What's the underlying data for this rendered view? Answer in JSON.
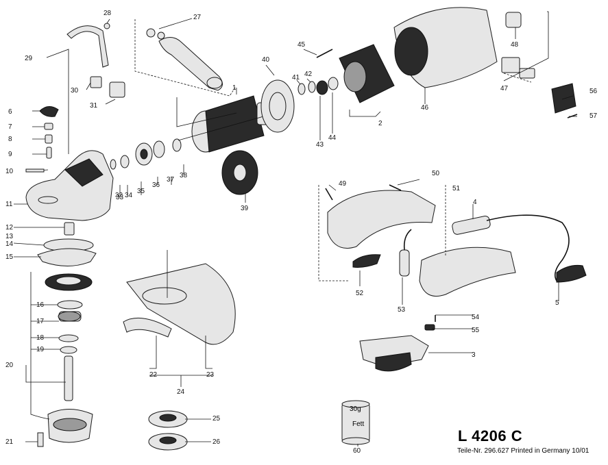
{
  "title": "L 4206 C",
  "subtitle": "Teile-Nr. 296.627 Printed in Germany 10/01",
  "grease": {
    "amount": "30g",
    "label": "Fett",
    "number": "60"
  },
  "part_numbers": [
    "1",
    "2",
    "3",
    "4",
    "5",
    "6",
    "7",
    "8",
    "9",
    "10",
    "11",
    "12",
    "13",
    "14",
    "15",
    "16",
    "17",
    "18",
    "19",
    "20",
    "21",
    "22",
    "23",
    "24",
    "25",
    "26",
    "27",
    "28",
    "29",
    "30",
    "31",
    "32",
    "33",
    "34",
    "35",
    "36",
    "37",
    "38",
    "39",
    "40",
    "41",
    "42",
    "43",
    "44",
    "45",
    "46",
    "47",
    "48",
    "49",
    "50",
    "51",
    "52",
    "53",
    "54",
    "55",
    "56",
    "57"
  ]
}
